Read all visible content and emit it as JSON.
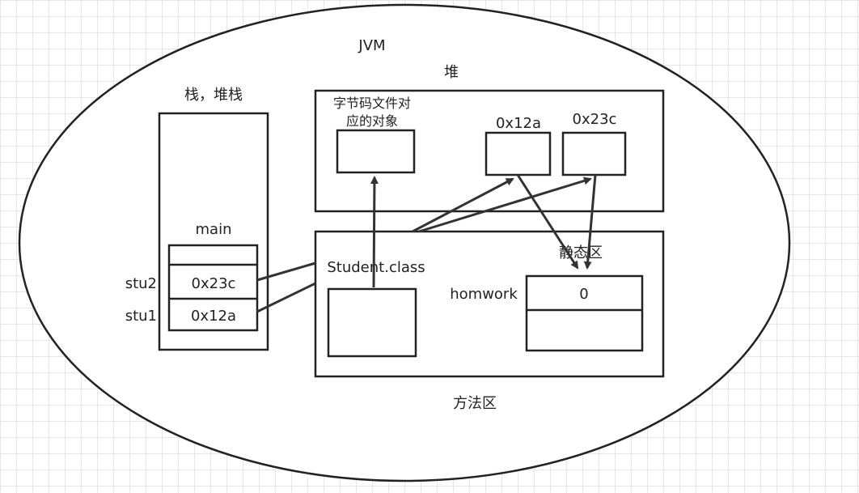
{
  "diagram": {
    "title": "JVM",
    "heap_label": "堆",
    "stack_label": "栈，堆栈",
    "method_area_label": "方法区",
    "static_area_label": "静态区",
    "main_label": "main",
    "stack_vars": [
      {
        "name": "stu2",
        "value": "0x23c"
      },
      {
        "name": "stu1",
        "value": "0x12a"
      }
    ],
    "class_object_label_line1": "字节码文件对",
    "class_object_label_line2": "应的对象",
    "heap_objects": [
      "0x12a",
      "0x23c"
    ],
    "class_file_label": "Student.class",
    "static_var_name": "homwork",
    "static_var_value": "0"
  }
}
